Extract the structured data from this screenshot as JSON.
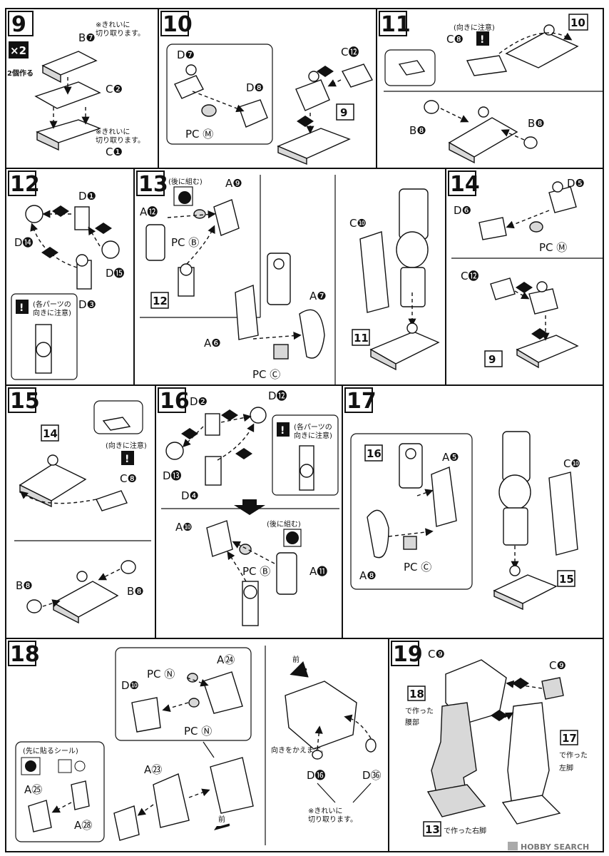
{
  "steps": {
    "s9": {
      "number": "9",
      "multiplier": "×2",
      "make_note": "2個作る",
      "note_top": "※きれいに\n切り取ります。",
      "note_bottom": "※きれいに\n切り取ります。",
      "labels": [
        "B❼",
        "C❷",
        "C❶"
      ]
    },
    "s10": {
      "number": "10",
      "labels": [
        "D❼",
        "D❽",
        "PC Ⓜ",
        "C⓬",
        "9"
      ]
    },
    "s11": {
      "number": "11",
      "caution": "(向きに注意)",
      "labels": [
        "C❽",
        "10",
        "B❽",
        "B❽"
      ]
    },
    "s12": {
      "number": "12",
      "caution": "(各パーツの\n向きに注意)",
      "labels": [
        "D❶",
        "D⓮",
        "D⓯",
        "D❸"
      ]
    },
    "s13": {
      "number": "13",
      "later": "(後に組む)",
      "labels": [
        "A⓬",
        "A❾",
        "PC Ⓑ",
        "12",
        "A❼",
        "A❻",
        "PC Ⓒ",
        "C❿",
        "11"
      ]
    },
    "s14": {
      "number": "14",
      "labels": [
        "D❻",
        "D❺",
        "PC Ⓜ",
        "C⓬",
        "9"
      ]
    },
    "s15": {
      "number": "15",
      "caution": "(向きに注意)",
      "labels": [
        "14",
        "C❽",
        "B❽",
        "B❽"
      ]
    },
    "s16": {
      "number": "16",
      "caution": "(各パーツの\n向きに注意)",
      "later": "(後に組む)",
      "labels": [
        "D❷",
        "D⓬",
        "D⓭",
        "D❹",
        "A❿",
        "PC Ⓑ",
        "A⓫"
      ]
    },
    "s17": {
      "number": "17",
      "labels": [
        "16",
        "A❺",
        "A❽",
        "PC Ⓒ",
        "C❿",
        "15"
      ]
    },
    "s18": {
      "number": "18",
      "seal_note": "(先に貼るシール)",
      "front": "前",
      "turn_note": "向きをかえます。",
      "cut_note": "※きれいに\n切り取ります。",
      "labels": [
        "D❿",
        "PC Ⓝ",
        "A㉔",
        "PC Ⓝ",
        "A㉕",
        "A㉘",
        "A㉓",
        "D⓰",
        "D㊱"
      ]
    },
    "s19": {
      "number": "19",
      "labels": [
        "C❾",
        "C❾",
        "18",
        "で作った",
        "腰部",
        "17",
        "で作った",
        "左脚",
        "13",
        "で作った右脚"
      ]
    }
  },
  "watermark": "HOBBY SEARCH"
}
